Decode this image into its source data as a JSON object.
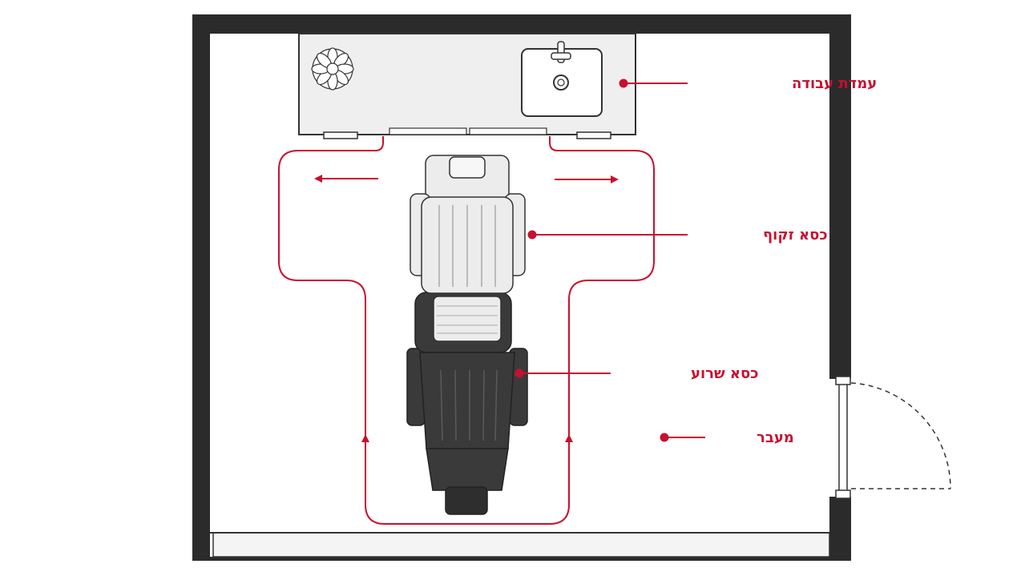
{
  "labels": {
    "workstation": "עמדת עבודה",
    "upright_chair": "כסא זקוף",
    "reclined_chair": "כסא שרוע",
    "passage": "מעבר"
  },
  "colors": {
    "accent": "#c8102e",
    "wall": "#2b2b2b",
    "floor": "#ffffff",
    "counter": "#efefef",
    "chair_light": "#ececec",
    "chair_dark": "#3a3a3a",
    "line": "#333333"
  },
  "icons": {
    "plant": "flower-icon",
    "sink": "sink-icon",
    "door": "door-swing-icon",
    "arrow": "arrow-icon"
  }
}
